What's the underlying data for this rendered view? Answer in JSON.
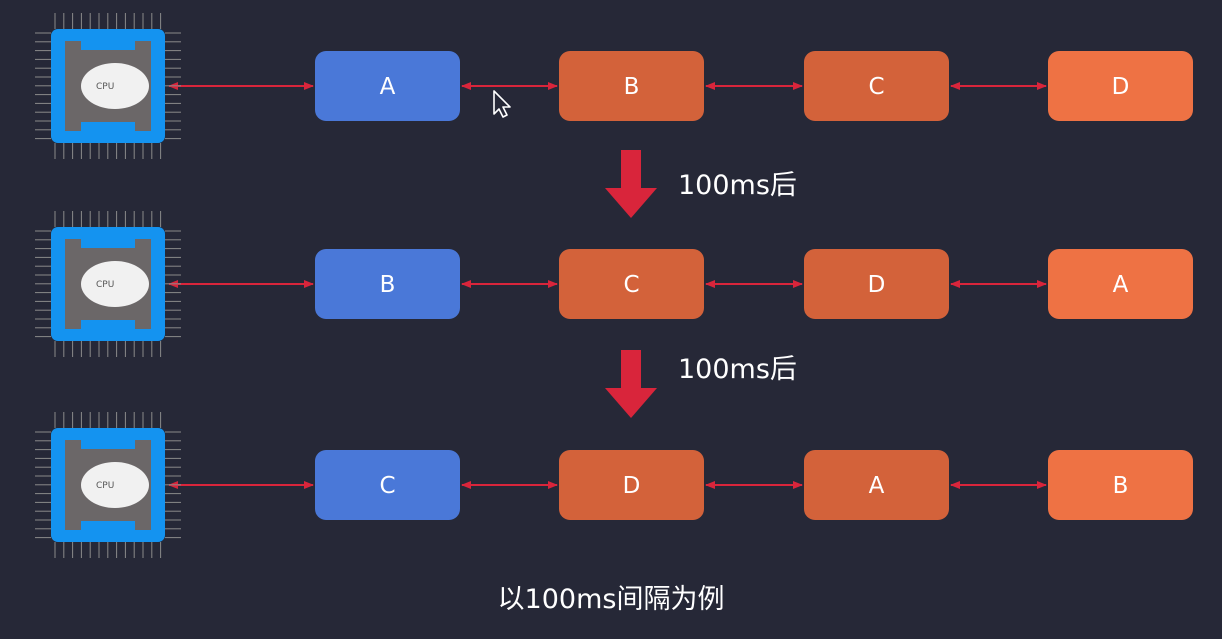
{
  "colors": {
    "background": "#262837",
    "arrow": "#d9253b",
    "cpu_frame": "#1493f0",
    "cpu_die": "#6b6768",
    "cpu_label_bg": "#f1f1f1",
    "task_active": "#4a78d8",
    "task_waiting": "#d3623a",
    "task_last": "#ee7244",
    "cursor": "#ffffff"
  },
  "cpu_label": "CPU",
  "rows": [
    {
      "tasks": [
        "A",
        "B",
        "C",
        "D"
      ]
    },
    {
      "tasks": [
        "B",
        "C",
        "D",
        "A"
      ]
    },
    {
      "tasks": [
        "C",
        "D",
        "A",
        "B"
      ]
    }
  ],
  "steps": [
    {
      "label": "100ms后"
    },
    {
      "label": "100ms后"
    }
  ],
  "caption": "以100ms间隔为例",
  "icons": [
    "cpu-chip-icon",
    "down-arrow-icon",
    "double-headed-arrow-icon",
    "mouse-cursor-icon"
  ]
}
